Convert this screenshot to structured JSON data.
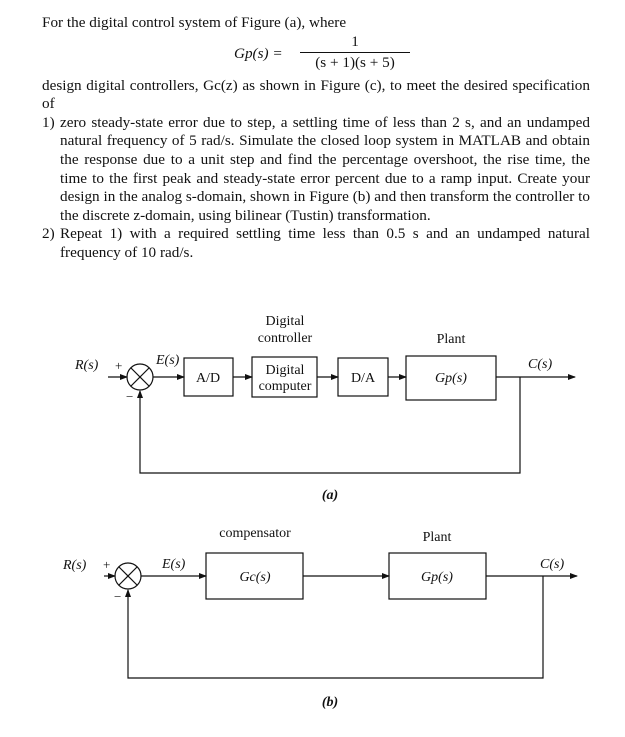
{
  "problem": {
    "intro": "For the digital control system of Figure (a), where",
    "equation": {
      "lhs": "Gp(s) =",
      "numerator": "1",
      "denominator": "(s + 1)(s + 5)"
    },
    "design_text": "design digital controllers, Gc(z) as shown in Figure (c), to meet the desired specification of",
    "items": [
      {
        "label": "1)",
        "text": "zero steady-state error due to step, a settling time of less than 2 s, and an undamped natural frequency of 5 rad/s. Simulate the closed loop system in MATLAB and obtain the response due to a unit step and find the percentage overshoot, the rise time, the time to the first peak and steady-state error percent due to a ramp input. Create your design in the analog s-domain, shown in Figure (b) and then transform the controller to the discrete z-domain, using bilinear (Tustin) transformation."
      },
      {
        "label": "2)",
        "text": "Repeat 1) with a required settling time less than 0.5 s and an undamped natural frequency of 10 rad/s."
      }
    ]
  },
  "figure_a": {
    "caption": "(a)",
    "input": "R(s)",
    "plus": "+",
    "minus": "−",
    "error": "E(s)",
    "group_label_line1": "Digital",
    "group_label_line2": "controller",
    "plant_label": "Plant",
    "output": "C(s)",
    "blocks": {
      "ad": "A/D",
      "computer_line1": "Digital",
      "computer_line2": "computer",
      "da": "D/A",
      "plant": "Gp(s)"
    }
  },
  "figure_b": {
    "caption": "(b)",
    "input": "R(s)",
    "plus": "+",
    "minus": "−",
    "error": "E(s)",
    "compensator_label": "compensator",
    "plant_label": "Plant",
    "output": "C(s)",
    "blocks": {
      "compensator": "Gc(s)",
      "plant": "Gp(s)"
    }
  }
}
